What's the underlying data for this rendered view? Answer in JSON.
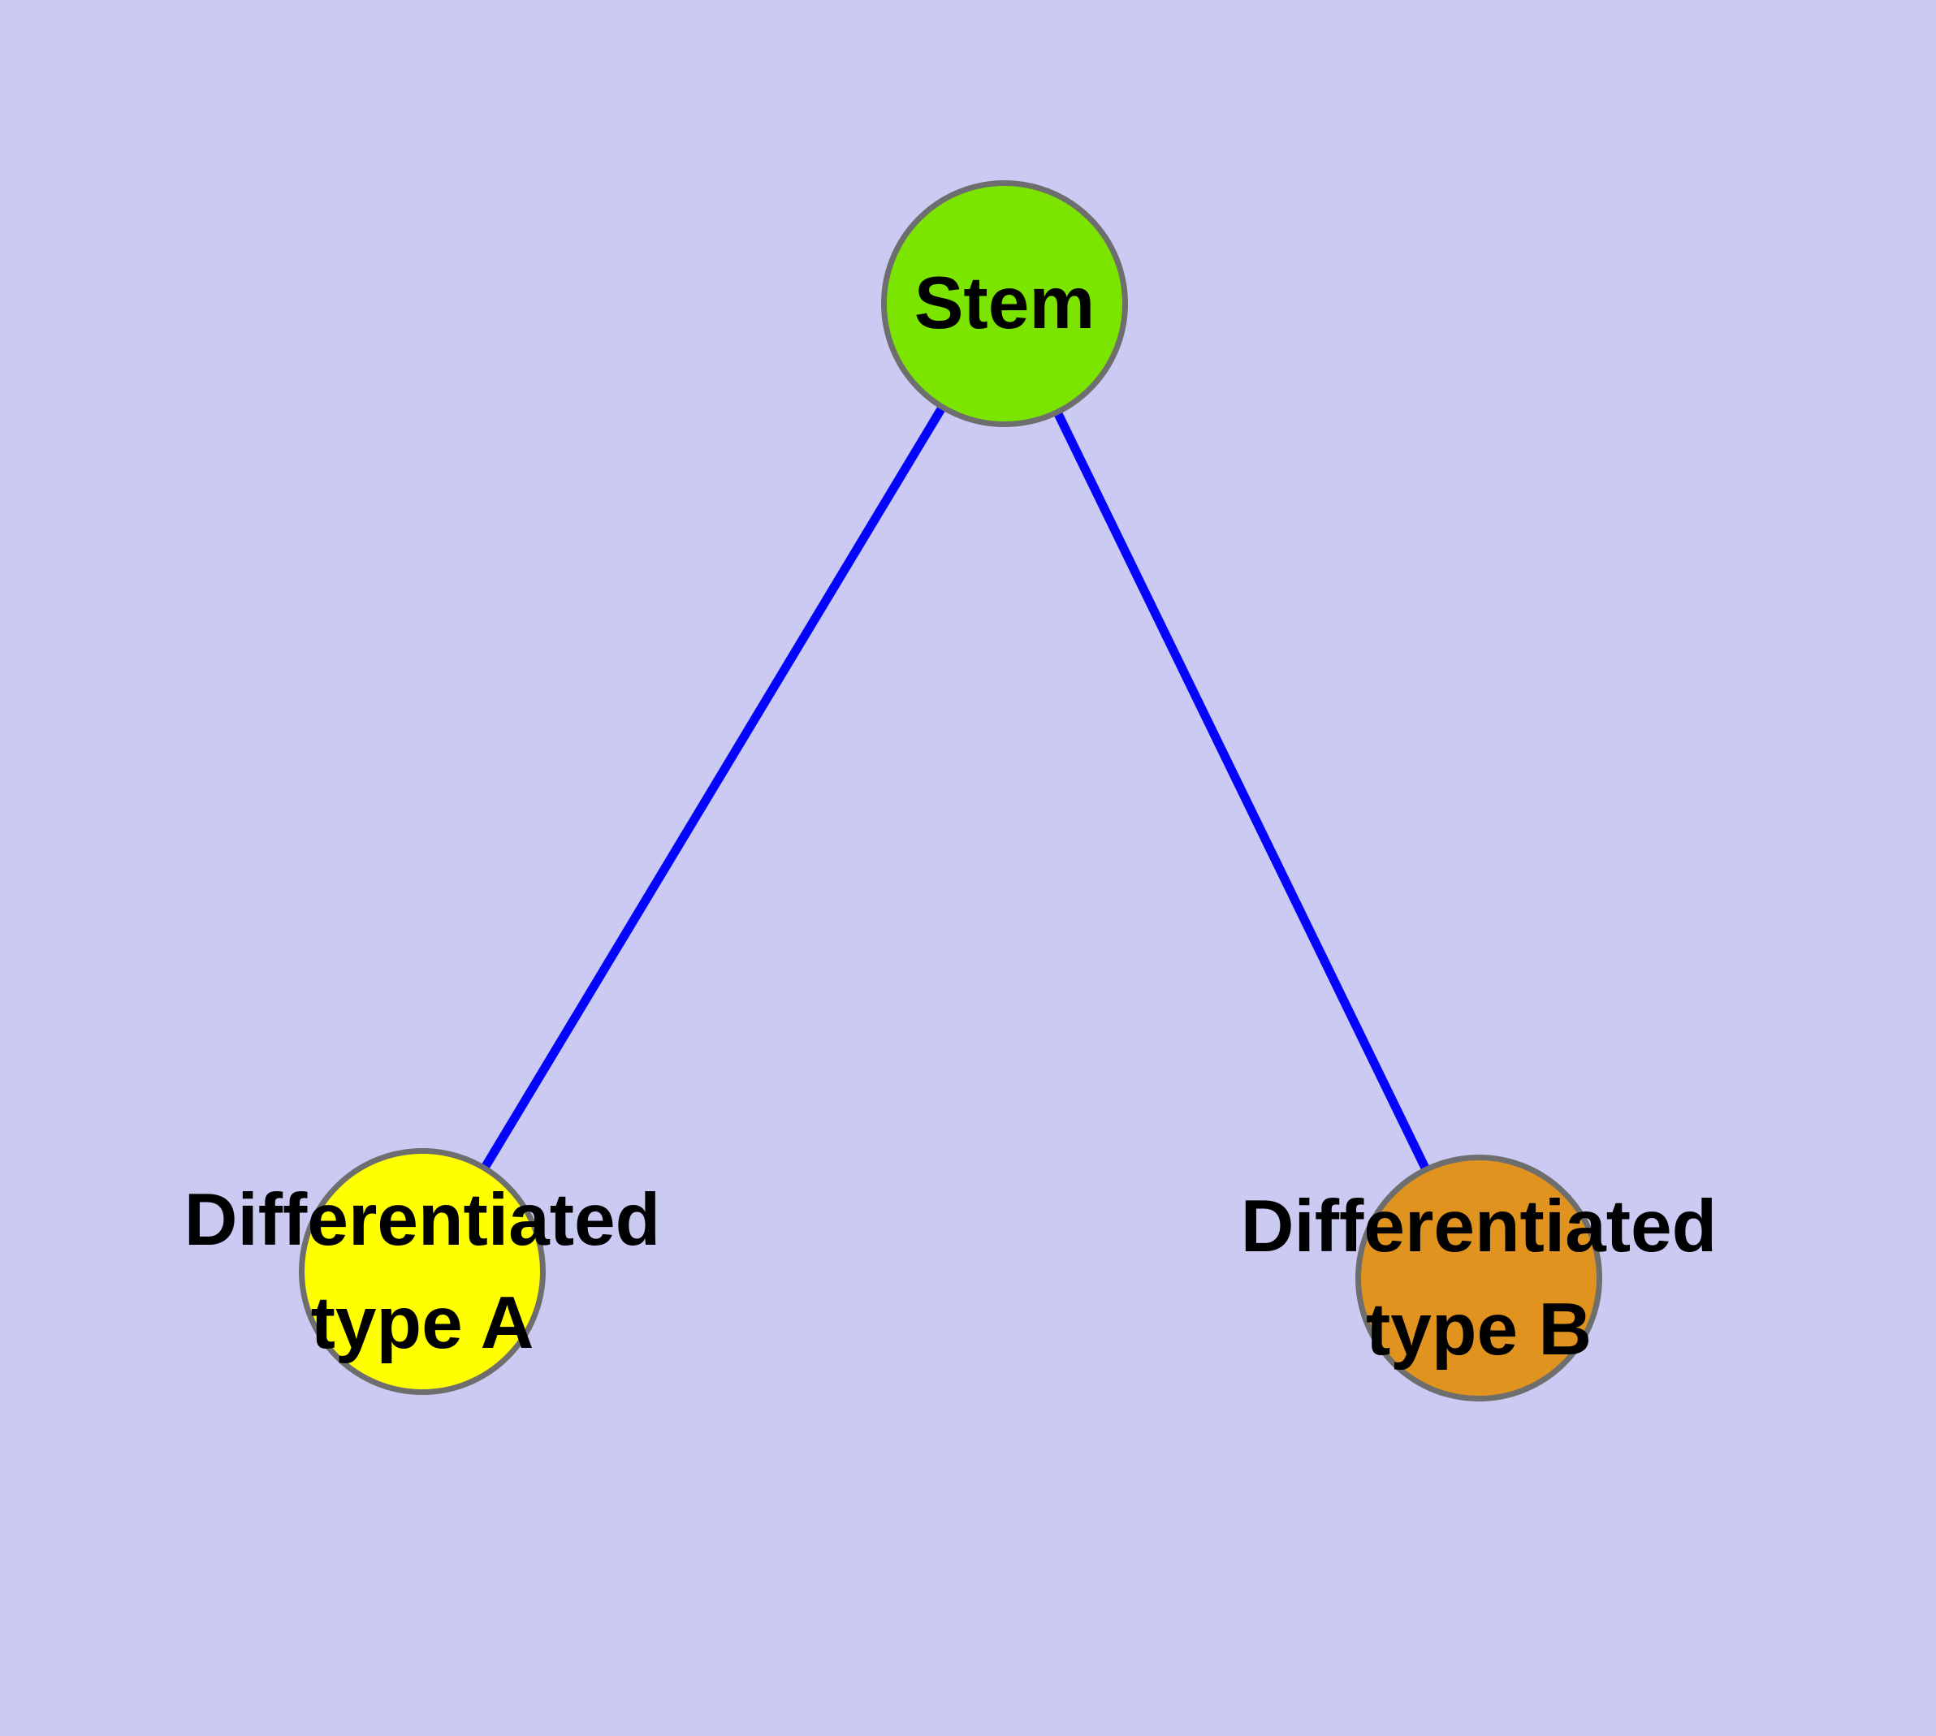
{
  "graph": {
    "colors": {
      "background": "#cacaf2",
      "edge": "#0404fd",
      "node_border": "#6e6e6e",
      "label": "#000000"
    },
    "nodes": {
      "stem": {
        "label": "Stem",
        "fill": "#7ce500"
      },
      "type_a": {
        "label_line1": "Differentiated",
        "label_line2": "type A",
        "fill": "#ffff00"
      },
      "type_b": {
        "label_line1": "Differentiated",
        "label_line2": "type B",
        "fill": "#e0941f"
      }
    },
    "edges": [
      {
        "source": "Stem",
        "target": "Differentiated type A"
      },
      {
        "source": "Stem",
        "target": "Differentiated type B"
      }
    ]
  }
}
